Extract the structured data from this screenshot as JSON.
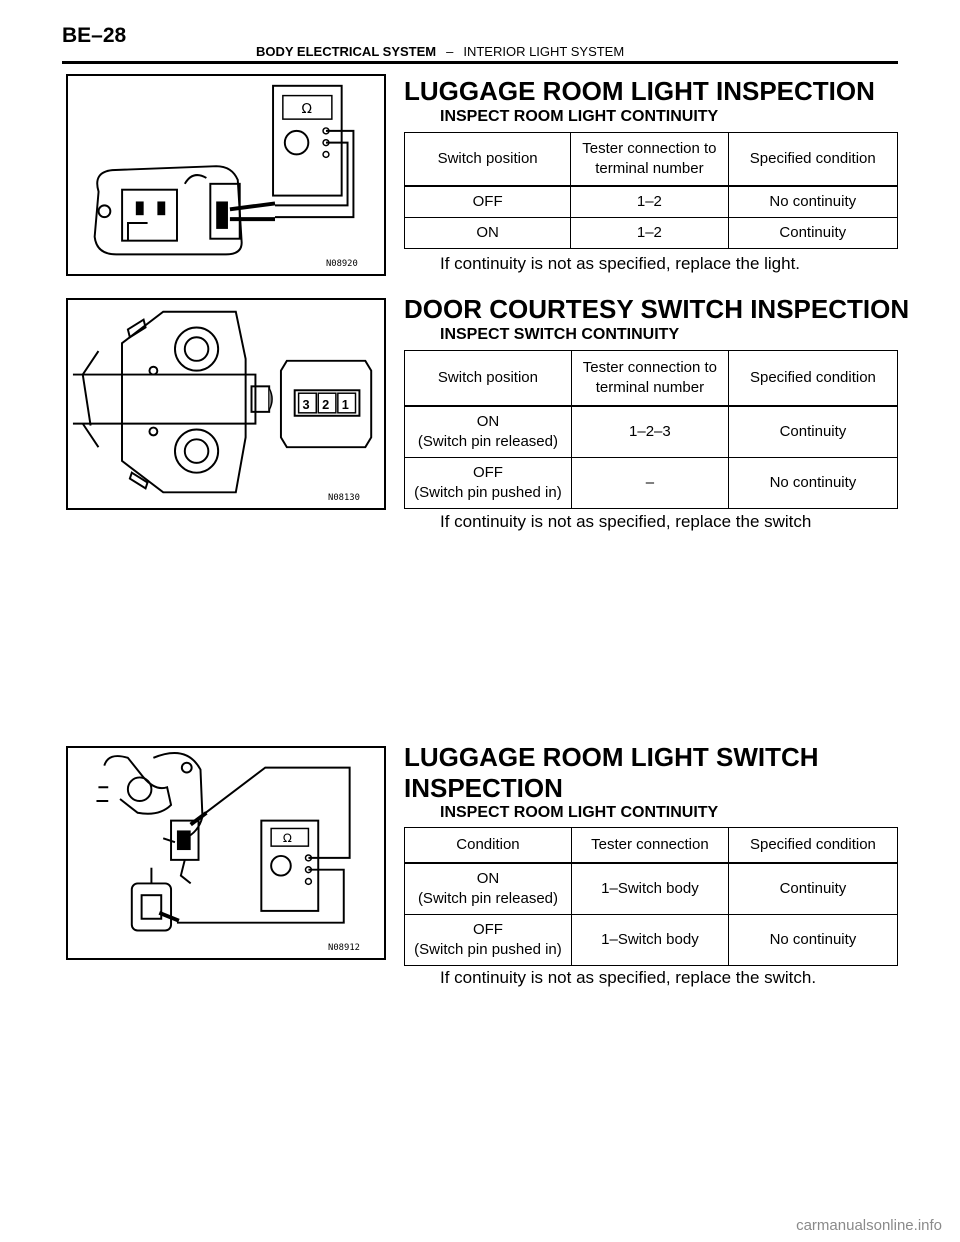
{
  "header": {
    "page_id": "BE–28",
    "section": "BODY ELECTRICAL SYSTEM",
    "separator": "–",
    "subsection": "INTERIOR LIGHT SYSTEM"
  },
  "sections": [
    {
      "title": "LUGGAGE ROOM LIGHT INSPECTION",
      "subtitle": "INSPECT ROOM LIGHT CONTINUITY",
      "figure_code": "N08920",
      "columns": [
        "Switch position",
        "Tester connection to terminal number",
        "Specified condition"
      ],
      "rows": [
        [
          "OFF",
          "1–2",
          "No continuity"
        ],
        [
          "ON",
          "1–2",
          "Continuity"
        ]
      ],
      "note": "If continuity is not as specified, replace the light."
    },
    {
      "title": "DOOR COURTESY SWITCH INSPECTION",
      "subtitle": "INSPECT SWITCH CONTINUITY",
      "figure_code": "N08130",
      "connector_pins": [
        "3",
        "2",
        "1"
      ],
      "columns": [
        "Switch position",
        "Tester connection to terminal number",
        "Specified condition"
      ],
      "rows": [
        [
          "ON\n(Switch pin released)",
          "1–2–3",
          "Continuity"
        ],
        [
          "OFF\n(Switch pin pushed in)",
          "–",
          "No continuity"
        ]
      ],
      "note": "If continuity is not as specified, replace the switch"
    },
    {
      "title": "LUGGAGE ROOM LIGHT SWITCH INSPECTION",
      "subtitle": "INSPECT ROOM LIGHT CONTINUITY",
      "figure_code": "N08912",
      "columns": [
        "Condition",
        "Tester connection",
        "Specified condition"
      ],
      "rows": [
        [
          "ON\n(Switch pin released)",
          "1–Switch body",
          "Continuity"
        ],
        [
          "OFF\n(Switch pin pushed in)",
          "1–Switch body",
          "No continuity"
        ]
      ],
      "note": "If continuity is not as specified, replace the switch."
    }
  ],
  "icons": {
    "ohmmeter_symbol": "Ω"
  },
  "watermark": "carmanualsonline.info"
}
